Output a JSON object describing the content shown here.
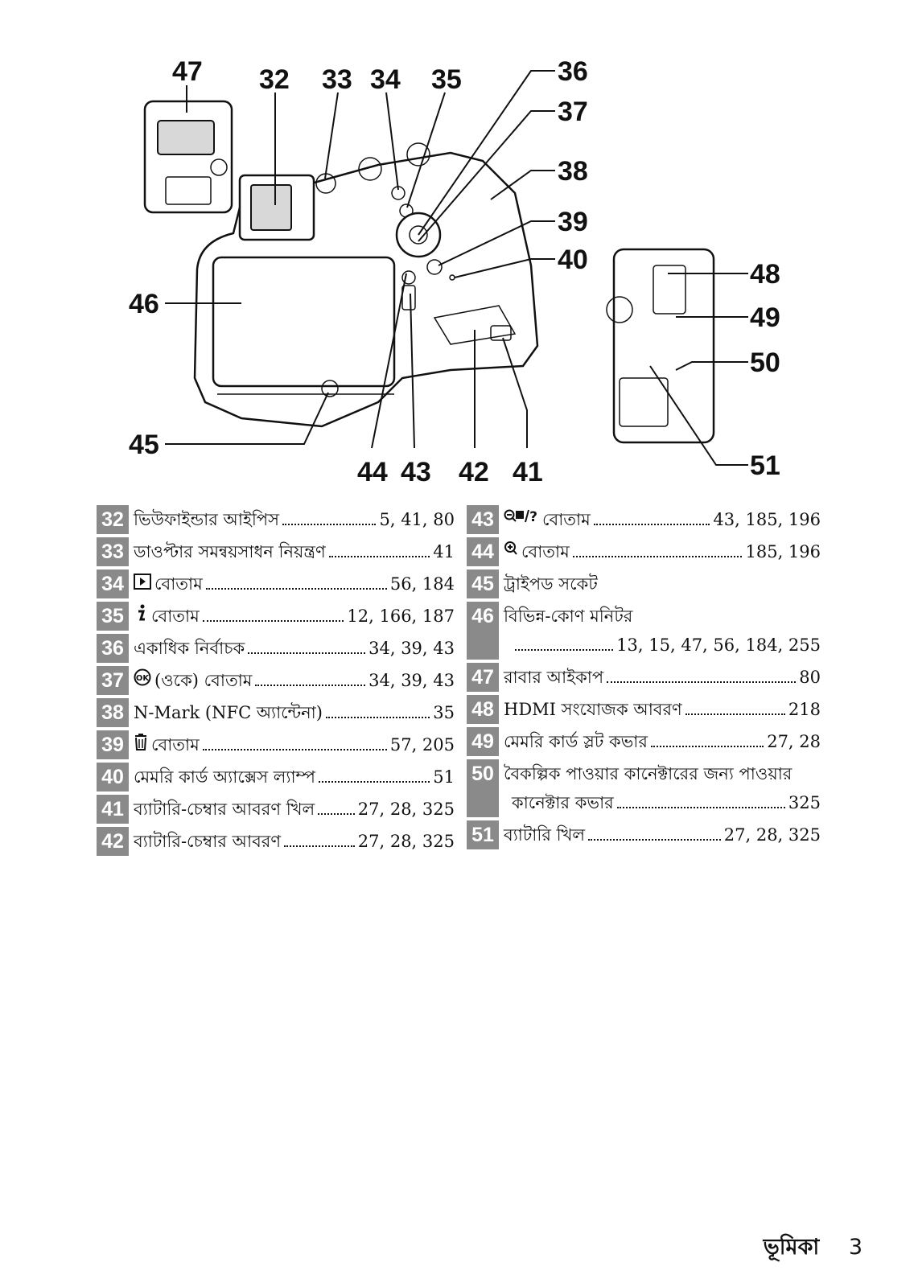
{
  "figure": {
    "callouts": [
      "47",
      "32",
      "33",
      "34",
      "35",
      "36",
      "37",
      "38",
      "39",
      "40",
      "46",
      "45",
      "44",
      "43",
      "42",
      "41",
      "48",
      "49",
      "50",
      "51"
    ]
  },
  "legend": {
    "left": [
      {
        "num": "32",
        "label": "ভিউফাইন্ডার আইপিস",
        "pages": "5, 41, 80"
      },
      {
        "num": "33",
        "label": "ডাওপ্টার সমন্বয়সাধন নিয়ন্ত্রণ",
        "pages": "41"
      },
      {
        "num": "34",
        "icon": "play-icon",
        "label": "বোতাম",
        "pages": "56, 184"
      },
      {
        "num": "35",
        "icon": "info-icon",
        "label": "বোতাম",
        "pages": "12, 166, 187"
      },
      {
        "num": "36",
        "label": "একাধিক নির্বাচক",
        "pages": "34, 39, 43"
      },
      {
        "num": "37",
        "icon": "ok-icon",
        "label": "(ওকে) বোতাম",
        "pages": "34, 39, 43"
      },
      {
        "num": "38",
        "label": "N-Mark (NFC অ্যান্টেনা)",
        "pages": "35"
      },
      {
        "num": "39",
        "icon": "trash-icon",
        "label": "বোতাম",
        "pages": "57, 205"
      },
      {
        "num": "40",
        "label": "মেমরি কার্ড অ্যাক্সেস ল্যাম্প",
        "pages": "51"
      },
      {
        "num": "41",
        "label": "ব্যাটারি-চেম্বার আবরণ খিল",
        "pages": "27, 28, 325"
      },
      {
        "num": "42",
        "label": "ব্যাটারি-চেম্বার আবরণ",
        "pages": "27, 28, 325"
      }
    ],
    "right": [
      {
        "num": "43",
        "icon": "zoom-out-help-icon",
        "label": "বোতাম",
        "pages": "43, 185, 196"
      },
      {
        "num": "44",
        "icon": "zoom-in-icon",
        "label": "বোতাম",
        "pages": "185, 196"
      },
      {
        "num": "45",
        "label": "ট্রাইপড সকেট",
        "pages": ""
      },
      {
        "num": "46",
        "label": "বিভিন্ন-কোণ মনিটর",
        "pages": "",
        "cont_pages": "13, 15, 47, 56, 184, 255"
      },
      {
        "num": "47",
        "label": "রাবার আইকাপ",
        "pages": "80"
      },
      {
        "num": "48",
        "label": "HDMI সংযোজক আবরণ",
        "pages": "218"
      },
      {
        "num": "49",
        "label": "মেমরি কার্ড স্লট কভার",
        "pages": "27, 28"
      },
      {
        "num": "50",
        "label": "বৈকল্পিক পাওয়ার কানেক্টারের জন্য পাওয়ার",
        "pages": "",
        "cont_label": "কানেক্টার কভার",
        "cont_pages": "325"
      },
      {
        "num": "51",
        "label": "ব্যাটারি খিল",
        "pages": "27, 28, 325"
      }
    ]
  },
  "footer": {
    "section": "ভূমিকা",
    "page": "3"
  }
}
